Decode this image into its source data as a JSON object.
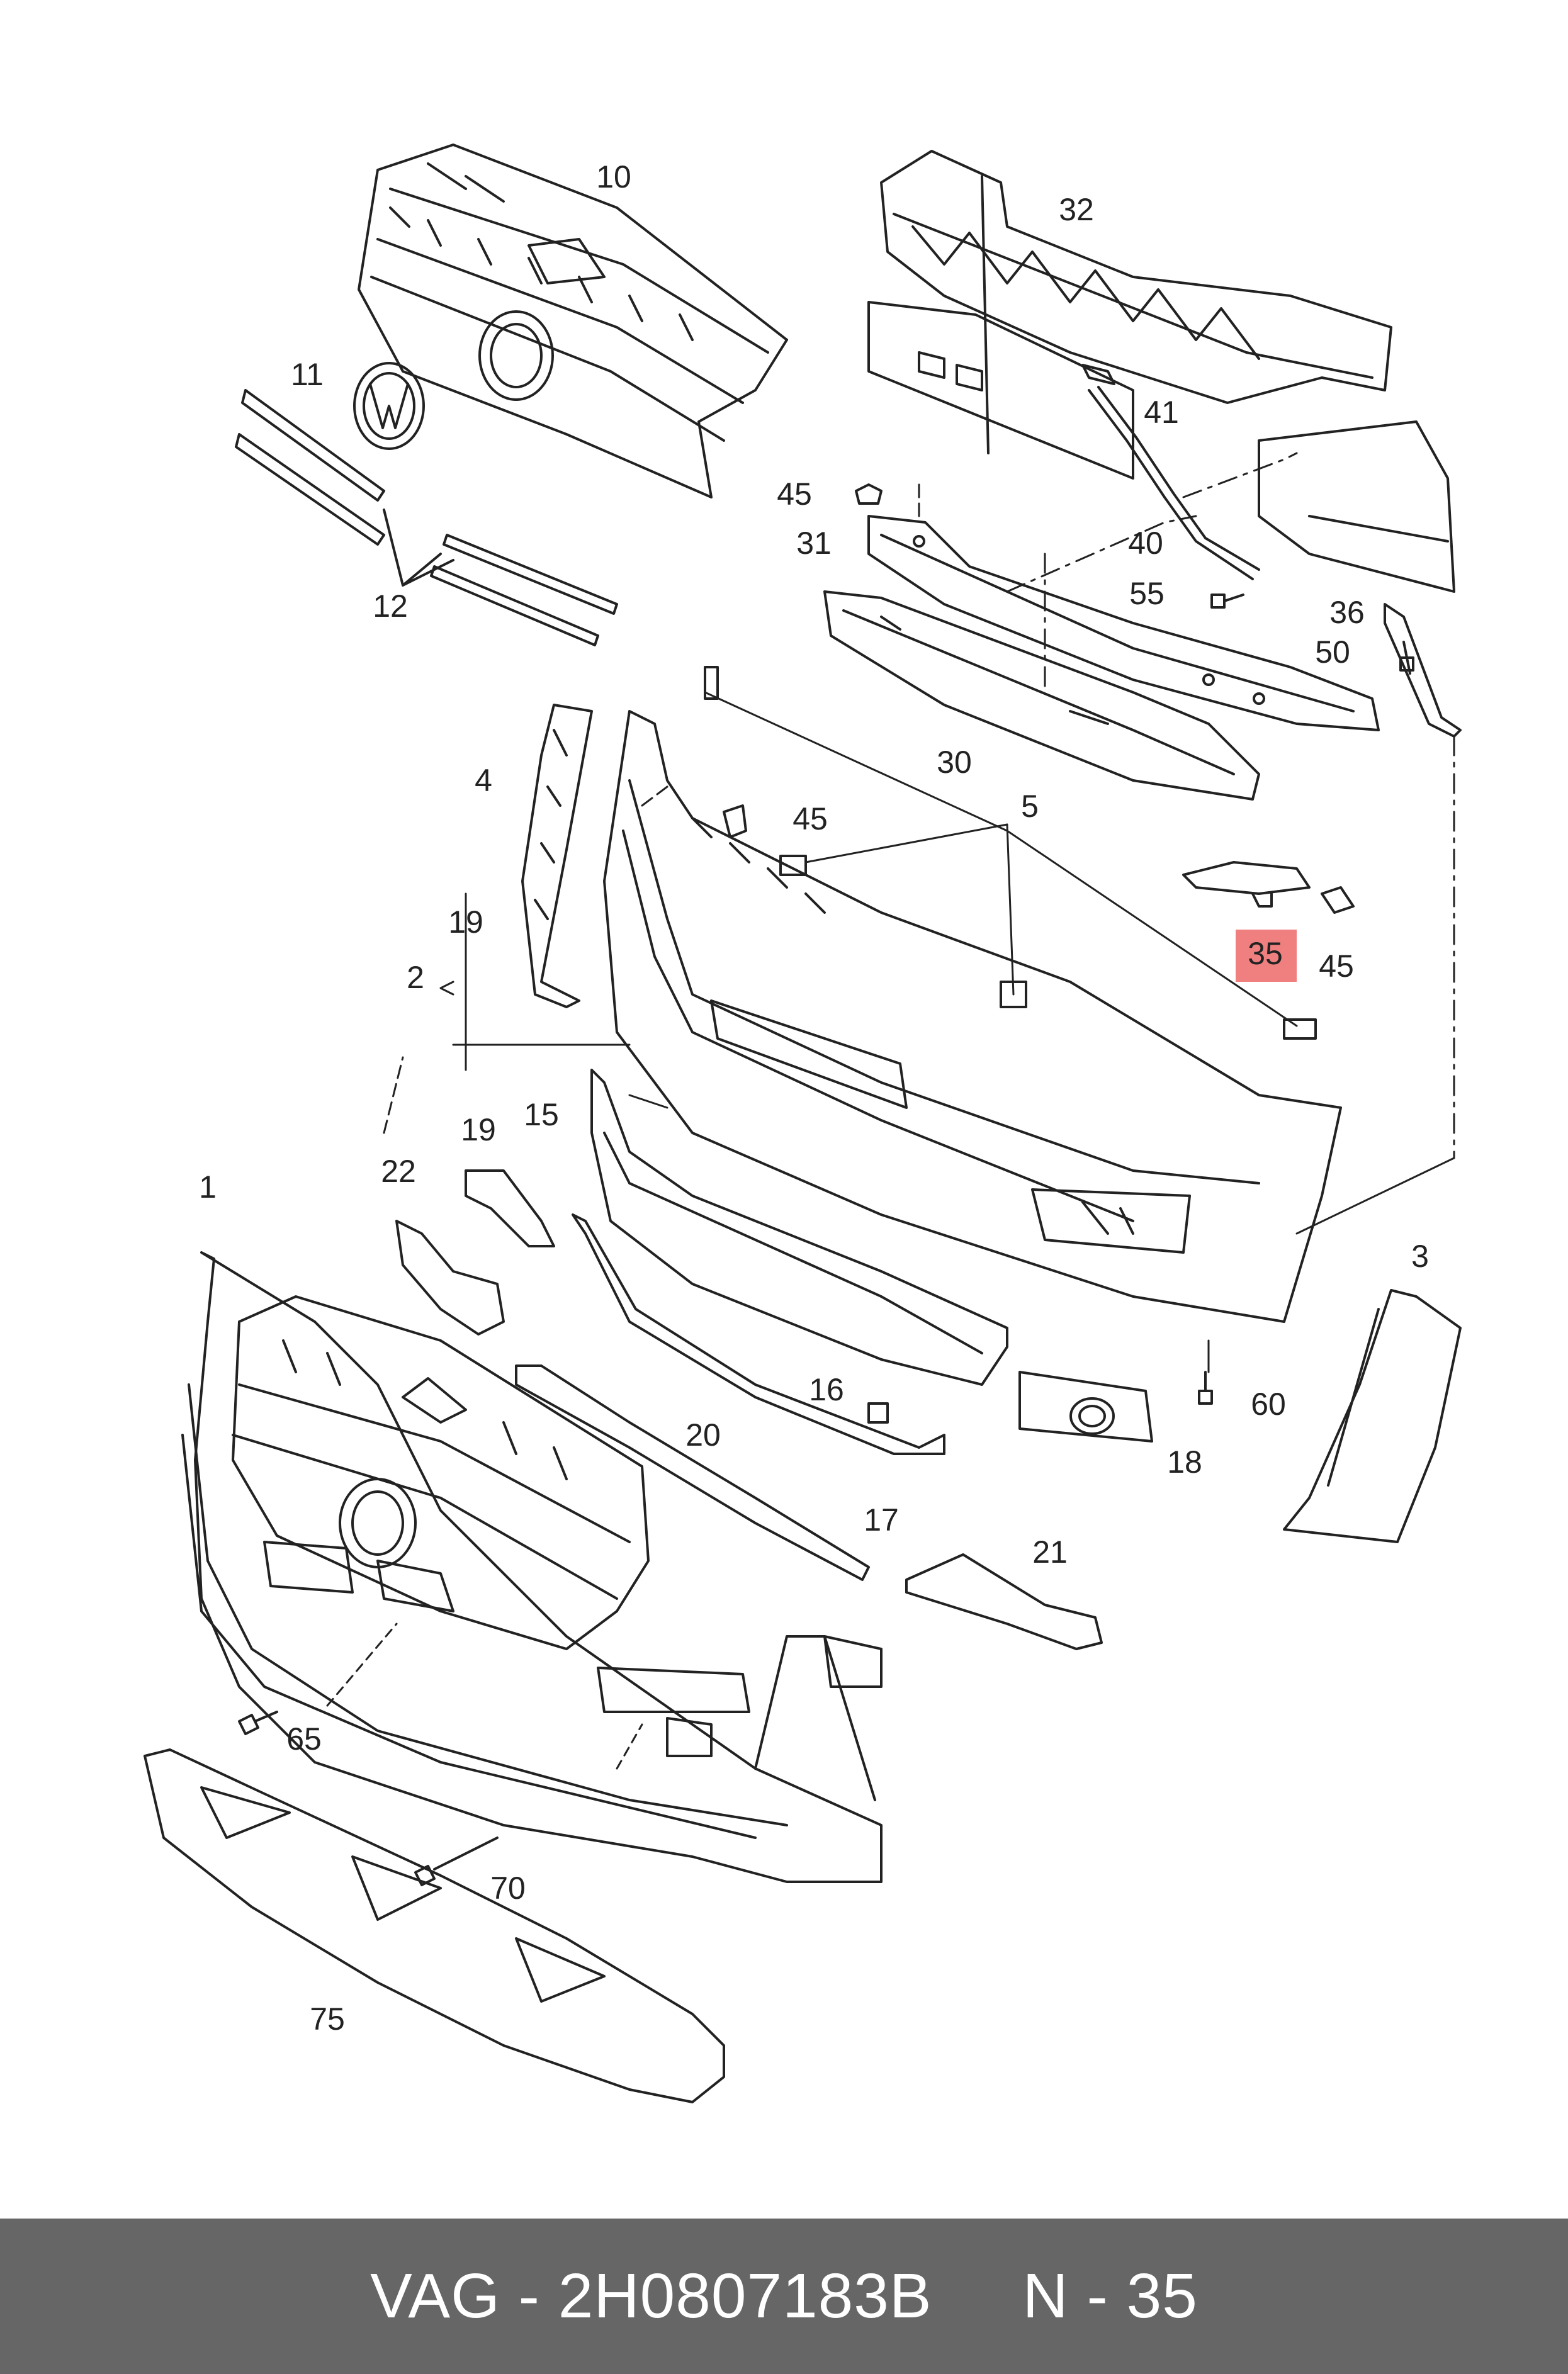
{
  "footer": {
    "brand": "VAG",
    "separator": " - ",
    "part_number": "2H0807183B",
    "gap": "     ",
    "position_prefix": "N",
    "position_separator": " - ",
    "position": "35"
  },
  "highlight_color": "#f08080",
  "highlighted_part": "35",
  "labels": [
    "1",
    "2",
    "3",
    "4",
    "5",
    "10",
    "11",
    "12",
    "15",
    "16",
    "17",
    "18",
    "19",
    "19",
    "20",
    "21",
    "22",
    "30",
    "31",
    "32",
    "35",
    "36",
    "40",
    "41",
    "45",
    "45",
    "45",
    "50",
    "55",
    "60",
    "65",
    "70",
    "75"
  ]
}
